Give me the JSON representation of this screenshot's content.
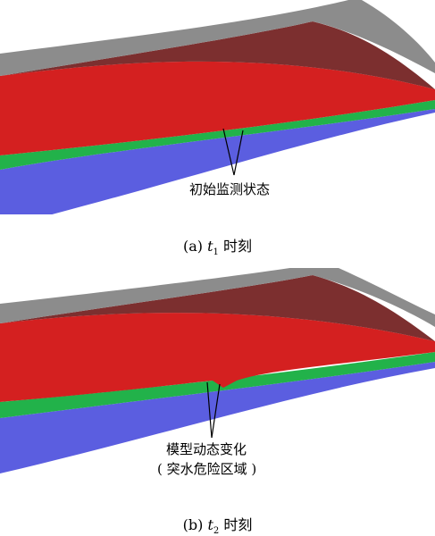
{
  "panel_a": {
    "annotation": "初始监测状态",
    "caption_prefix": "(a) ",
    "caption_var": "t",
    "caption_sub": "1",
    "caption_suffix": " 时刻"
  },
  "panel_b": {
    "annotation_line1": "模型动态变化",
    "annotation_line2": "( 突水危险区域 )",
    "caption_prefix": "(b) ",
    "caption_var": "t",
    "caption_sub": "2",
    "caption_suffix": " 时刻"
  },
  "colors": {
    "gray_layer": "#8c8c8c",
    "red_layer": "#d42020",
    "green_layer": "#22b24a",
    "blue_layer": "#5b5ee0",
    "dark_red_top": "#6e1818"
  }
}
